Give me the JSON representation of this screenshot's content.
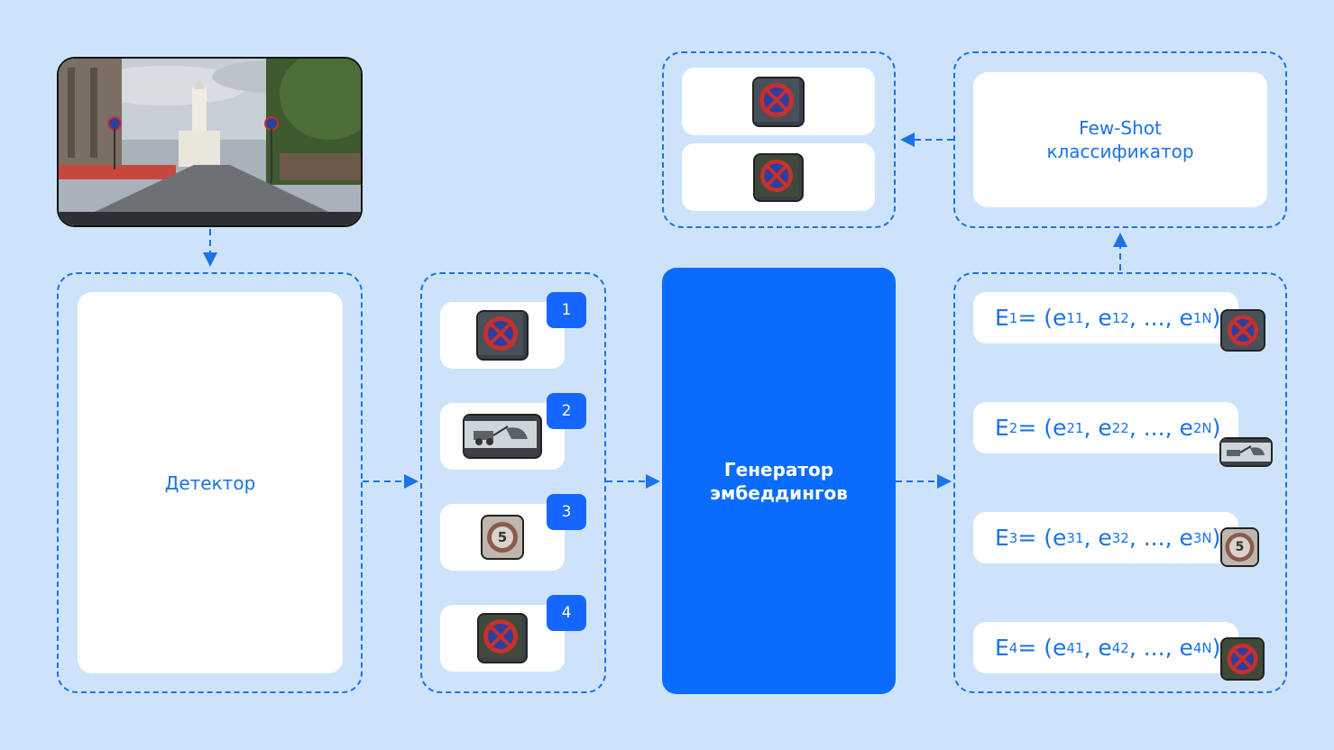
{
  "detector": {
    "label": "Детектор"
  },
  "crops": [
    {
      "number": "1",
      "sign": "no-stopping-sign-icon"
    },
    {
      "number": "2",
      "sign": "tow-truck-sign-icon"
    },
    {
      "number": "3",
      "sign": "speed-limit-5-sign-icon",
      "sign_text": "5"
    },
    {
      "number": "4",
      "sign": "no-stopping-sign-icon"
    }
  ],
  "generator": {
    "line1": "Генератор",
    "line2": "эмбеддингов"
  },
  "embeddings": [
    {
      "E": "E",
      "i": "1",
      "open": " = (e",
      "a": "11",
      "sep1": ", e",
      "b": "12",
      "sep2": ", ..., e",
      "c": "1N",
      "close": ")"
    },
    {
      "E": "E",
      "i": "2",
      "open": " = (e",
      "a": "21",
      "sep1": ", e",
      "b": "22",
      "sep2": ", ..., e",
      "c": "2N",
      "close": ")"
    },
    {
      "E": "E",
      "i": "3",
      "open": " = (e",
      "a": "31",
      "sep1": ", e",
      "b": "32",
      "sep2": ", ..., e",
      "c": "3N",
      "close": ")"
    },
    {
      "E": "E",
      "i": "4",
      "open": " = (e",
      "a": "41",
      "sep1": ", e",
      "b": "42",
      "sep2": ", ..., e",
      "c": "4N",
      "close": ")"
    }
  ],
  "classifier": {
    "line1": "Few-Shot",
    "line2": "классификатор"
  },
  "results": [
    {
      "sign": "no-stopping-sign-icon"
    },
    {
      "sign": "no-stopping-sign-icon"
    }
  ],
  "colors": {
    "accent": "#1a73e8",
    "background": "#cde3fb",
    "generator": "#0a6cff",
    "badge": "#1565ff"
  }
}
